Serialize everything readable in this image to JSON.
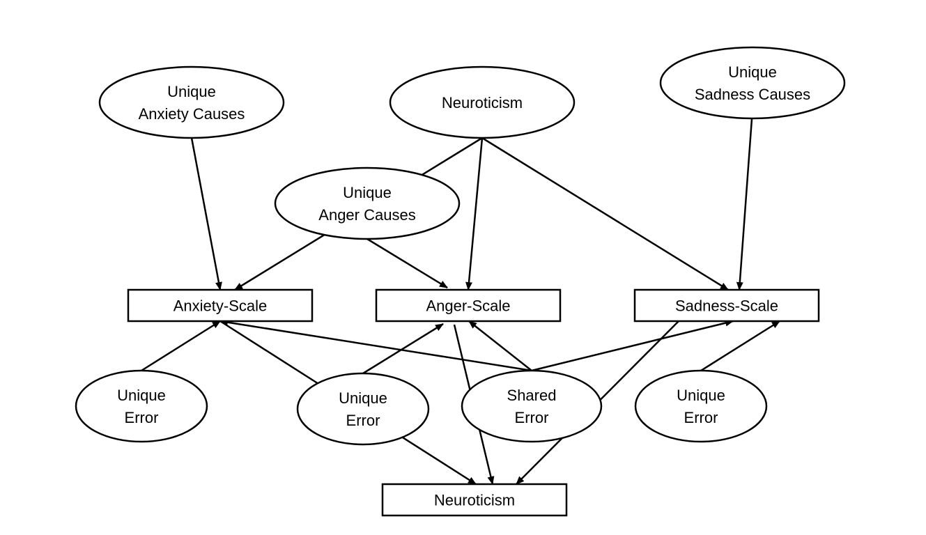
{
  "diagram": {
    "nodes": [
      {
        "id": "unique-anxiety-causes",
        "kind": "latent",
        "lines": [
          "Unique",
          "Anxiety Causes"
        ]
      },
      {
        "id": "neuroticism-latent",
        "kind": "latent",
        "lines": [
          "Neuroticism"
        ]
      },
      {
        "id": "unique-sadness-causes",
        "kind": "latent",
        "lines": [
          "Unique",
          "Sadness Causes"
        ]
      },
      {
        "id": "unique-anger-causes",
        "kind": "latent",
        "lines": [
          "Unique",
          "Anger Causes"
        ]
      },
      {
        "id": "anxiety-scale",
        "kind": "observed",
        "lines": [
          "Anxiety-Scale"
        ]
      },
      {
        "id": "anger-scale",
        "kind": "observed",
        "lines": [
          "Anger-Scale"
        ]
      },
      {
        "id": "sadness-scale",
        "kind": "observed",
        "lines": [
          "Sadness-Scale"
        ]
      },
      {
        "id": "unique-error-1",
        "kind": "latent",
        "lines": [
          "Unique",
          "Error"
        ]
      },
      {
        "id": "unique-error-2",
        "kind": "latent",
        "lines": [
          "Unique",
          "Error"
        ]
      },
      {
        "id": "shared-error",
        "kind": "latent",
        "lines": [
          "Shared",
          "Error"
        ]
      },
      {
        "id": "unique-error-3",
        "kind": "latent",
        "lines": [
          "Unique",
          "Error"
        ]
      },
      {
        "id": "neuroticism-observed",
        "kind": "observed",
        "lines": [
          "Neuroticism"
        ]
      }
    ],
    "edges": [
      {
        "from": "unique-anxiety-causes",
        "to": "anxiety-scale"
      },
      {
        "from": "neuroticism-latent",
        "to": "anxiety-scale"
      },
      {
        "from": "neuroticism-latent",
        "to": "anger-scale"
      },
      {
        "from": "neuroticism-latent",
        "to": "sadness-scale"
      },
      {
        "from": "unique-sadness-causes",
        "to": "sadness-scale"
      },
      {
        "from": "unique-anger-causes",
        "to": "anger-scale"
      },
      {
        "from": "unique-error-1",
        "to": "anxiety-scale"
      },
      {
        "from": "unique-error-2",
        "to": "anger-scale"
      },
      {
        "from": "unique-error-3",
        "to": "sadness-scale"
      },
      {
        "from": "shared-error",
        "to": "anxiety-scale"
      },
      {
        "from": "shared-error",
        "to": "anger-scale"
      },
      {
        "from": "shared-error",
        "to": "sadness-scale"
      },
      {
        "from": "anxiety-scale",
        "to": "neuroticism-observed"
      },
      {
        "from": "anger-scale",
        "to": "neuroticism-observed"
      },
      {
        "from": "sadness-scale",
        "to": "neuroticism-observed"
      }
    ]
  }
}
